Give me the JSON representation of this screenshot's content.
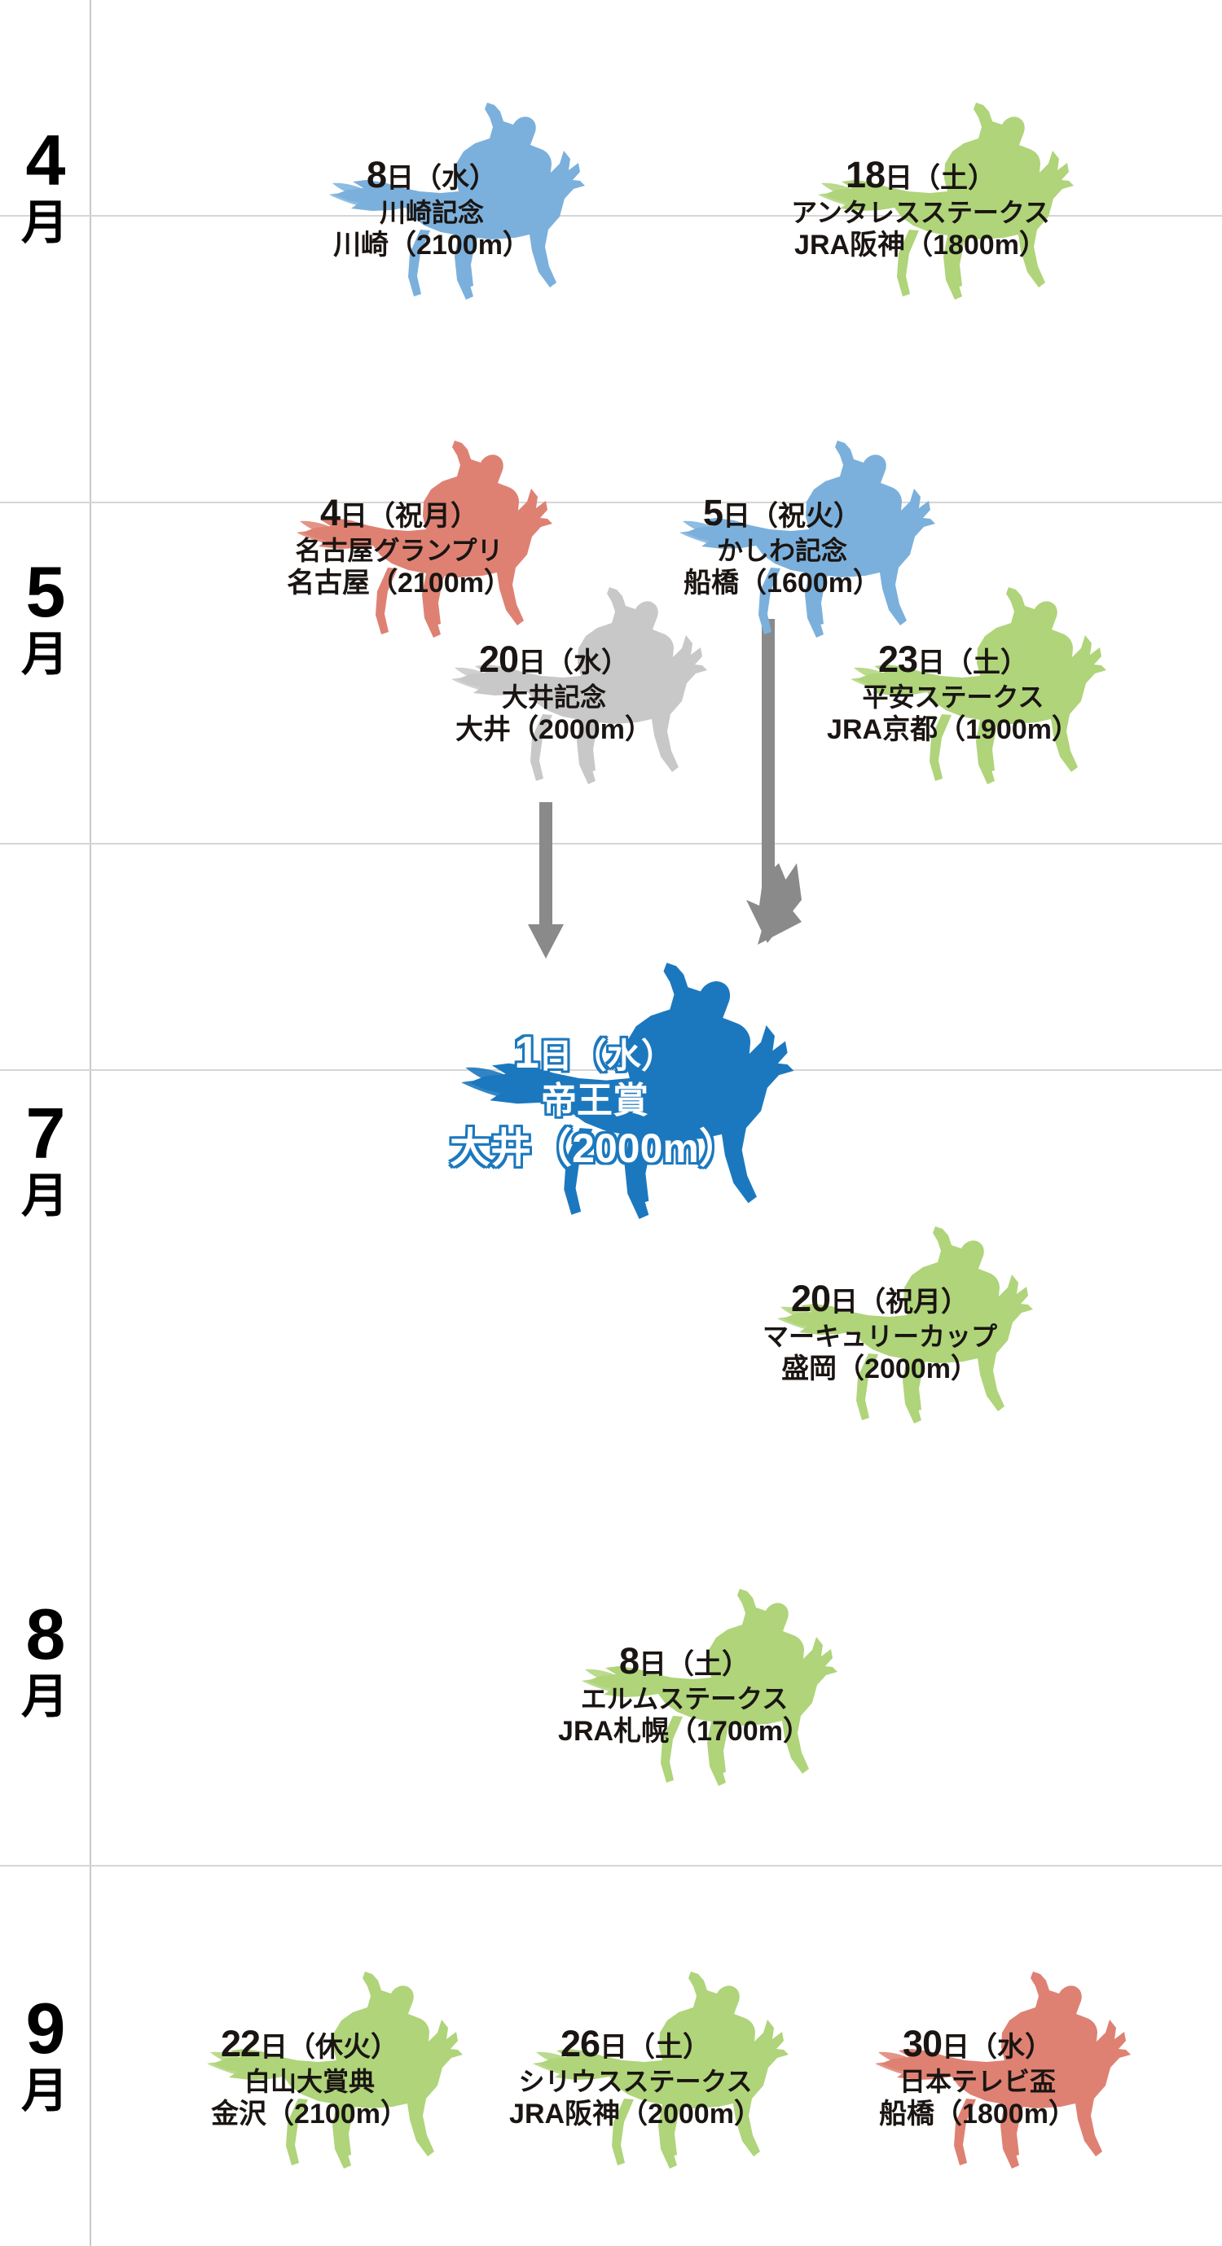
{
  "palette": {
    "light_blue": "#7BB0DC",
    "strong_blue": "#1C78BE",
    "green": "#AFD47A",
    "salmon": "#DE8173",
    "gray": "#C8C8C8",
    "arrow_gray": "#8A8A8A",
    "divider": "#C9C9C9",
    "text": "#1A1512"
  },
  "months": [
    {
      "num": "4",
      "kanji": "月"
    },
    {
      "num": "5",
      "kanji": "月"
    },
    {
      "num": "7",
      "kanji": "月"
    },
    {
      "num": "8",
      "kanji": "月"
    },
    {
      "num": "9",
      "kanji": "月"
    }
  ],
  "races": [
    {
      "id": "kawasaki-kinen",
      "day": "8",
      "day_suffix": "日",
      "weekday": "（水）",
      "name": "川崎記念",
      "venue": "川崎（2100m）",
      "color": "#7BB0DC",
      "month": "4"
    },
    {
      "id": "antares-stakes",
      "day": "18",
      "day_suffix": "日",
      "weekday": "（土）",
      "name": "アンタレスステークス",
      "venue": "JRA阪神（1800m）",
      "color": "#AFD47A",
      "month": "4"
    },
    {
      "id": "nagoya-grand-prix",
      "day": "4",
      "day_suffix": "日",
      "weekday": "（祝月）",
      "name": "名古屋グランプリ",
      "venue": "名古屋（2100m）",
      "color": "#DE8173",
      "month": "5"
    },
    {
      "id": "kashiwa-kinen",
      "day": "5",
      "day_suffix": "日",
      "weekday": "（祝火）",
      "name": "かしわ記念",
      "venue": "船橋（1600m）",
      "color": "#7BB0DC",
      "month": "5"
    },
    {
      "id": "oi-kinen",
      "day": "20",
      "day_suffix": "日",
      "weekday": "（水）",
      "name": "大井記念",
      "venue": "大井（2000m）",
      "color": "#C8C8C8",
      "month": "5"
    },
    {
      "id": "heian-stakes",
      "day": "23",
      "day_suffix": "日",
      "weekday": "（土）",
      "name": "平安ステークス",
      "venue": "JRA京都（1900m）",
      "color": "#AFD47A",
      "month": "5"
    },
    {
      "id": "teio-sho",
      "day": "1",
      "day_suffix": "日",
      "weekday": "（水）",
      "name": "帝王賞",
      "venue": "大井（2000m）",
      "color": "#1C78BE",
      "month": "7",
      "highlighted": true
    },
    {
      "id": "mercury-cup",
      "day": "20",
      "day_suffix": "日",
      "weekday": "（祝月）",
      "name": "マーキュリーカップ",
      "venue": "盛岡（2000m）",
      "color": "#AFD47A",
      "month": "7"
    },
    {
      "id": "elm-stakes",
      "day": "8",
      "day_suffix": "日",
      "weekday": "（土）",
      "name": "エルムステークス",
      "venue": "JRA札幌（1700m）",
      "color": "#AFD47A",
      "month": "8"
    },
    {
      "id": "hakusan-daishoten",
      "day": "22",
      "day_suffix": "日",
      "weekday": "（休火）",
      "name": "白山大賞典",
      "venue": "金沢（2100m）",
      "color": "#AFD47A",
      "month": "9"
    },
    {
      "id": "sirius-stakes",
      "day": "26",
      "day_suffix": "日",
      "weekday": "（土）",
      "name": "シリウスステークス",
      "venue": "JRA阪神（2000m）",
      "color": "#AFD47A",
      "month": "9"
    },
    {
      "id": "nihon-tv-hai",
      "day": "30",
      "day_suffix": "日",
      "weekday": "（水）",
      "name": "日本テレビ盃",
      "venue": "船橋（1800m）",
      "color": "#DE8173",
      "month": "9"
    }
  ],
  "arrows": [
    {
      "id": "arrow-oi-kinen-to-teio-sho",
      "from": "oi-kinen",
      "to": "teio-sho"
    },
    {
      "id": "arrow-kashiwa-kinen-to-teio-sho",
      "from": "kashiwa-kinen",
      "to": "teio-sho"
    }
  ]
}
